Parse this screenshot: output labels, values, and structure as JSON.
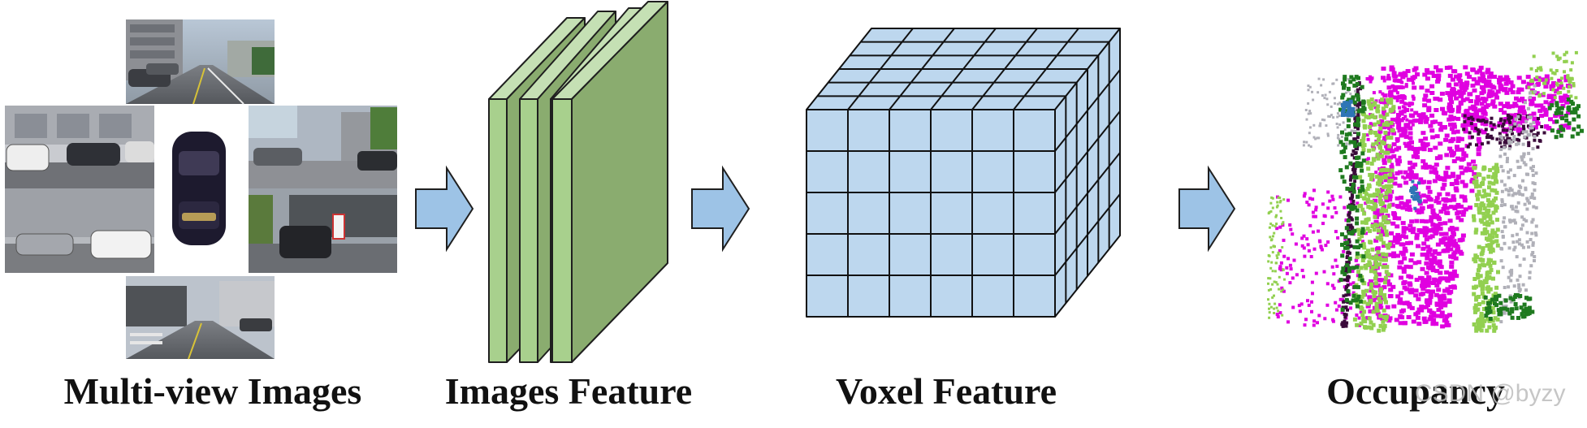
{
  "captions": {
    "multiview": "Multi-view Images",
    "features": "Images Feature",
    "voxel": "Voxel Feature",
    "occupancy": "Occupancy"
  },
  "watermark": "CSDN @byzy",
  "colors": {
    "arrow_fill": "#9dc3e6",
    "arrow_stroke": "#1f1f1f",
    "feature_front": "#8aac6f",
    "feature_side": "#a8d08d",
    "voxel_fill": "#bdd7ee",
    "occ_magenta": "#e000e0",
    "occ_green": "#92d050",
    "occ_darkgreen": "#1f7a1f",
    "occ_purple": "#3a0a3a",
    "occ_gray": "#b0b0b8",
    "occ_blue": "#2e75b6"
  }
}
